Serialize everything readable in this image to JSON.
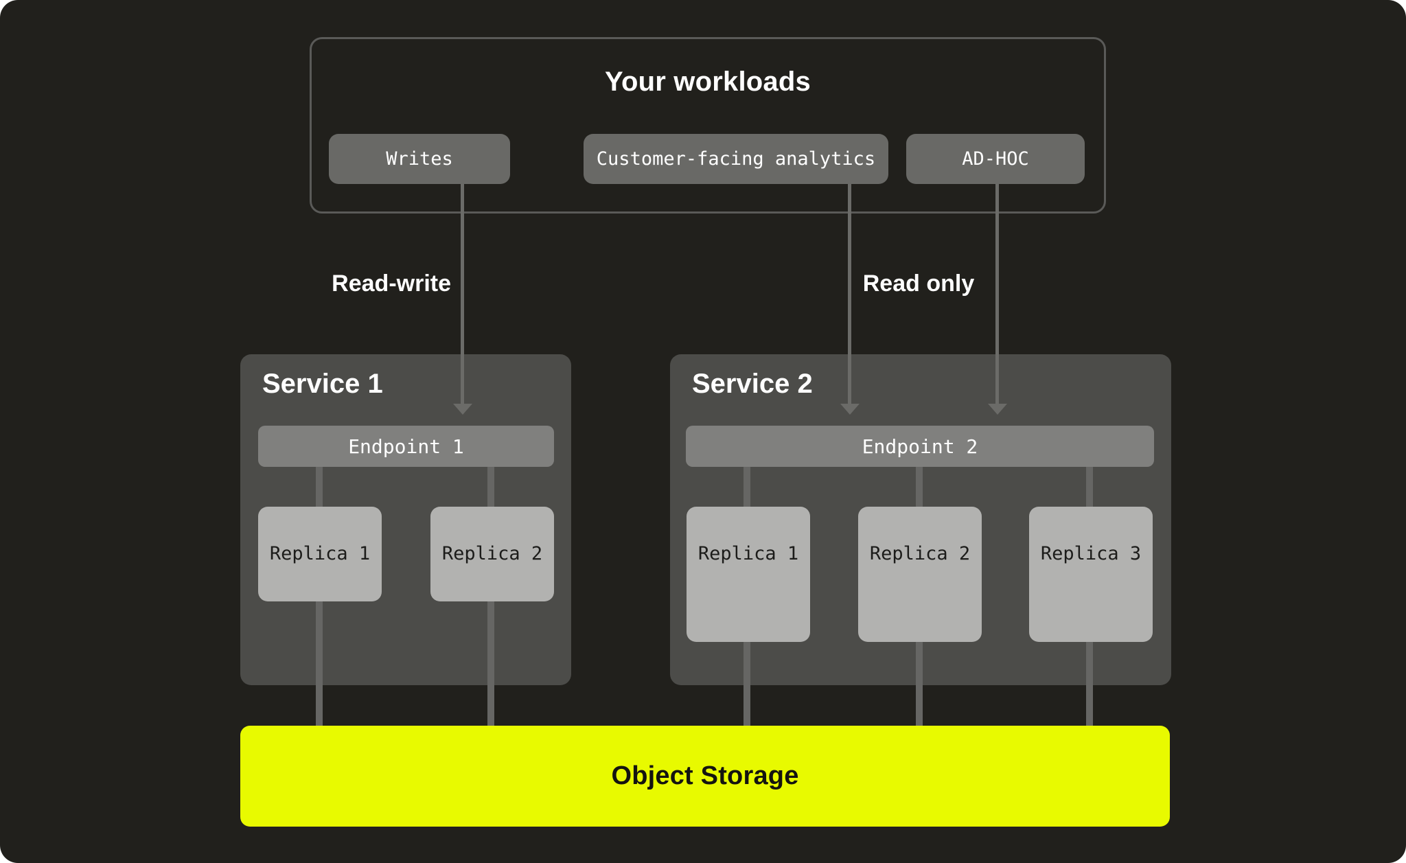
{
  "colors": {
    "page_bg": "#ffffff",
    "canvas_bg": "#21201c",
    "container_border": "#5a5a58",
    "chip_bg": "#696966",
    "service_bg": "#4c4c49",
    "endpoint_bg": "#80807e",
    "replica_bg": "#b2b2b0",
    "replica_text": "#1c1c1a",
    "connector_line": "#666664",
    "arrow_line": "#6b6b68",
    "storage_bg": "#e8fa00",
    "storage_text": "#141410",
    "text_light": "#ffffff"
  },
  "workloads": {
    "title": "Your workloads",
    "items": [
      {
        "label": "Writes"
      },
      {
        "label": "Customer-facing analytics"
      },
      {
        "label": "AD-HOC"
      }
    ]
  },
  "edges": {
    "read_write_label": "Read-write",
    "read_only_label": "Read only"
  },
  "services": [
    {
      "title": "Service 1",
      "endpoint": "Endpoint 1",
      "replicas": [
        "Replica 1",
        "Replica 2"
      ]
    },
    {
      "title": "Service 2",
      "endpoint": "Endpoint 2",
      "replicas": [
        "Replica 1",
        "Replica 2",
        "Replica 3"
      ]
    }
  ],
  "storage": {
    "label": "Object Storage"
  }
}
